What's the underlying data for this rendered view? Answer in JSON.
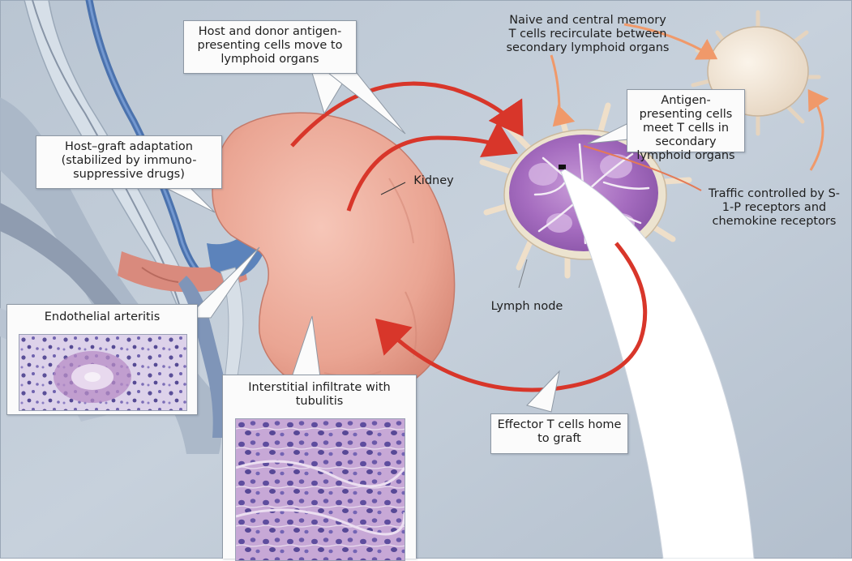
{
  "labels": {
    "apc_move": "Host and donor antigen-presenting cells move to lymphoid organs",
    "naive_memory": "Naive and central memory T cells recirculate between secondary lymphoid organs",
    "apc_meet": "Antigen-presenting cells meet T cells in secondary lymphoid organs",
    "host_graft": "Host–graft adaptation (stabilized by immuno-suppressive drugs)",
    "kidney": "Kidney",
    "traffic": "Traffic controlled by S-1-P receptors and chemokine receptors",
    "lymph_node": "Lymph node",
    "endothelial": "Endothelial arteritis",
    "interstitial": "Interstitial infiltrate with tubulitis",
    "effector": "Effector T cells home to graft"
  },
  "colors": {
    "background": "#c2ccd8",
    "kidney": "#eba898",
    "arrow": "#d8362a",
    "lymph_node": "#9b61b7",
    "arrow_orange": "#f0996a",
    "vessel_blue": "#4f76b0"
  }
}
